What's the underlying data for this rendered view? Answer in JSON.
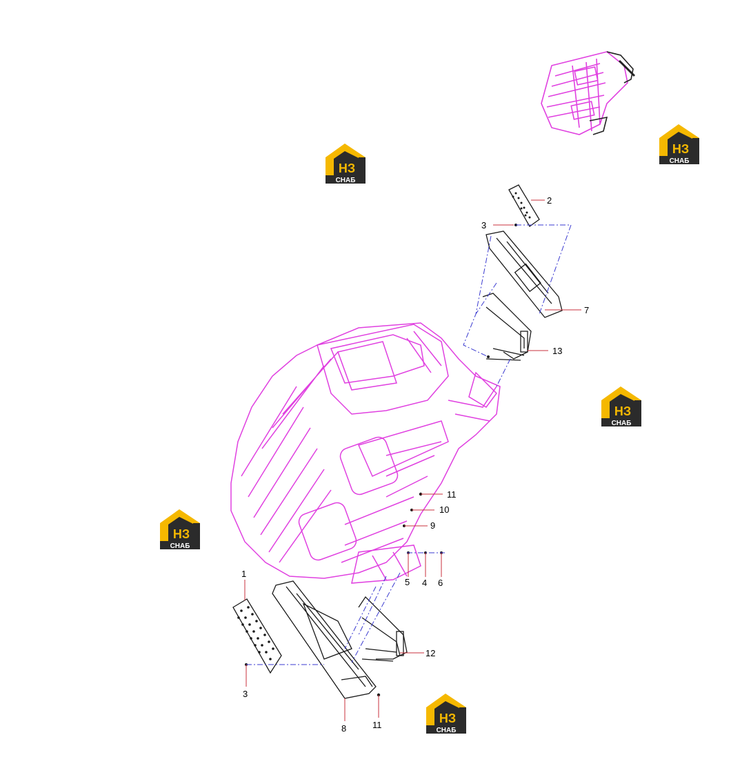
{
  "diagram": {
    "callouts": [
      "1",
      "2",
      "3",
      "3",
      "4",
      "5",
      "6",
      "7",
      "8",
      "9",
      "10",
      "11",
      "11",
      "12",
      "13"
    ]
  },
  "watermark": {
    "logo_mark": "НЗ",
    "logo_text": "СНАБ",
    "colors": {
      "roof": "#F5B800",
      "body": "#2B2B2B",
      "text_on_dark": "#FFFFFF"
    }
  },
  "colors": {
    "cab": "#E040E0",
    "parts": "#1A1A1A",
    "leader": "#C8323C",
    "assembly_line": "#3A3AD0"
  }
}
